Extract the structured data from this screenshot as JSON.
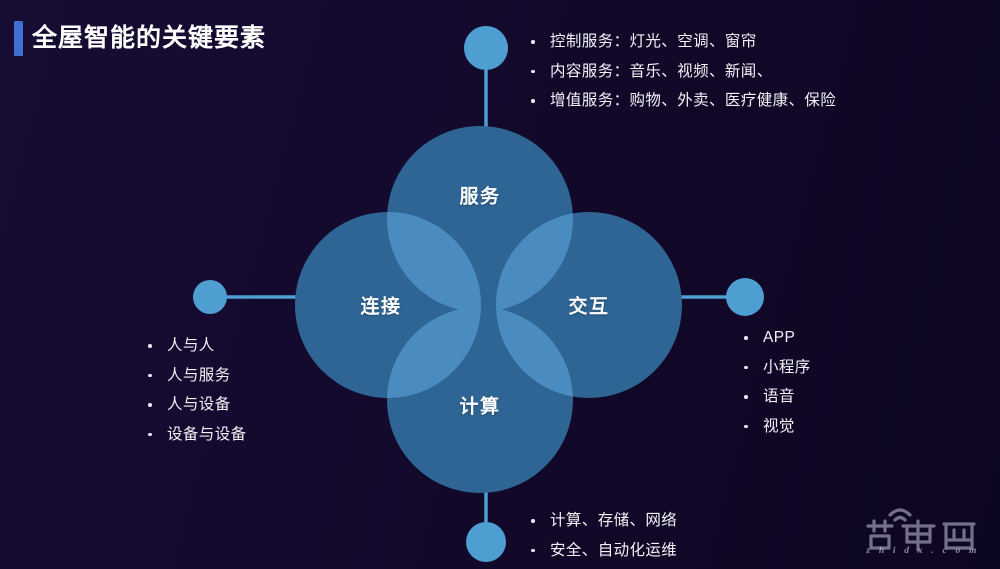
{
  "slide": {
    "title": "全屋智能的关键要素",
    "background_color": "#140a2e",
    "accent_color": "#3f6fd1"
  },
  "diagram": {
    "type": "four-petal-venn",
    "circle_color": "#2f6594",
    "overlap_color": "#4a8cc0",
    "node_color": "#4f9ed2",
    "connector_color": "#4f9ed2",
    "petals": [
      {
        "id": "service",
        "label": "服务",
        "position": "top"
      },
      {
        "id": "connect",
        "label": "连接",
        "position": "left"
      },
      {
        "id": "interact",
        "label": "交互",
        "position": "right"
      },
      {
        "id": "compute",
        "label": "计算",
        "position": "bottom"
      }
    ]
  },
  "lists": {
    "service": {
      "node": "service-node",
      "items": [
        "控制服务：灯光、空调、窗帘",
        "内容服务：音乐、视频、新闻、",
        "增值服务：购物、外卖、医疗健康、保险"
      ]
    },
    "connect": {
      "node": "connect-node",
      "items": [
        "人与人",
        "人与服务",
        "人与设备",
        "设备与设备"
      ]
    },
    "interact": {
      "node": "interact-node",
      "items": [
        "APP",
        "小程序",
        "语音",
        "视觉"
      ]
    },
    "compute": {
      "node": "compute-node",
      "items": [
        "计算、存储、网络",
        "安全、自动化运维"
      ]
    }
  },
  "watermark": {
    "logo_text": "智東西",
    "domain": "z h i d x . c o m"
  }
}
